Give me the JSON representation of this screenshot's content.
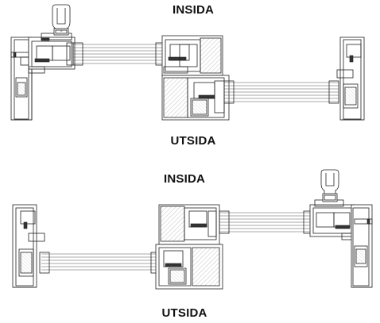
{
  "labels": {
    "top_inside": "INSIDA",
    "top_outside": "UTSIDA",
    "bottom_inside": "INSIDA",
    "bottom_outside": "UTSIDA"
  },
  "colors": {
    "line": "#222222",
    "background": "#ffffff"
  },
  "icons": {
    "handle": "window-handle-icon"
  }
}
